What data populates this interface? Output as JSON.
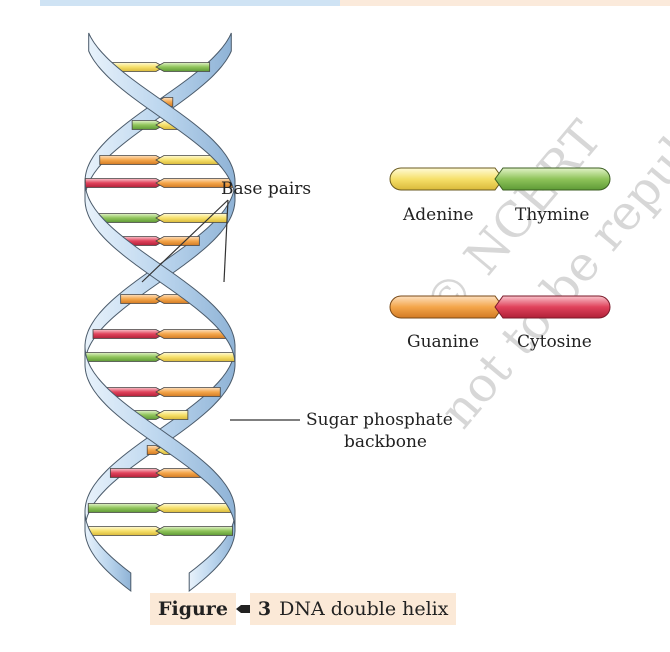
{
  "figure": {
    "labels": {
      "base_pairs": "Base pairs",
      "sugar_phosphate_line1": "Sugar phosphate",
      "sugar_phosphate_line2": "backbone"
    },
    "legend": [
      {
        "left_name": "Adenine",
        "right_name": "Thymine",
        "left_color": "#f6e06a",
        "right_color": "#8fc45a"
      },
      {
        "left_name": "Guanine",
        "right_name": "Cytosine",
        "left_color": "#f4a64a",
        "right_color": "#e0425b"
      }
    ],
    "watermark": {
      "line1": "© NCERT",
      "line2": "not to be republi"
    },
    "caption": {
      "label": "Figure",
      "number": "3",
      "text": "DNA double helix"
    }
  },
  "colors": {
    "backbone": "#bcd6ee",
    "backbone_edge": "#4a5a6a",
    "yellow": "#f6e06a",
    "green": "#8fc45a",
    "orange": "#f4a64a",
    "red": "#e0425b",
    "caption_bg": "#fbe9d7"
  }
}
